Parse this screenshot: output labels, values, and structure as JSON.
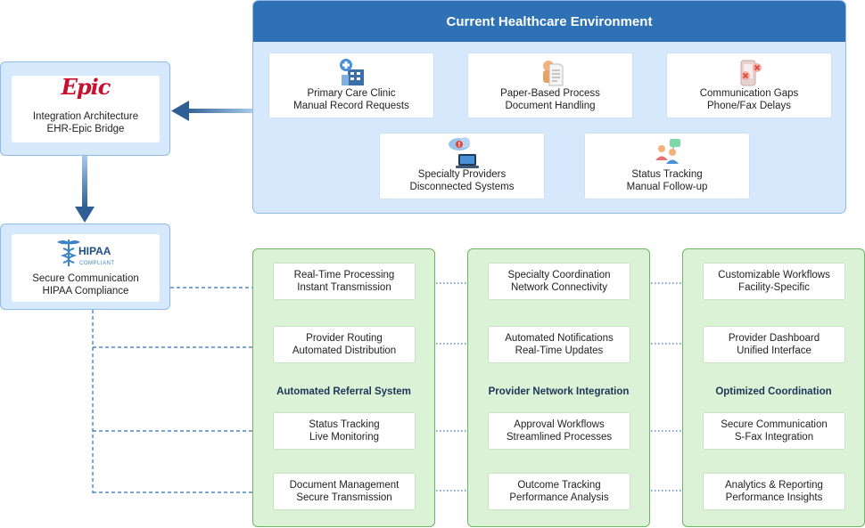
{
  "environment": {
    "title": "Current Healthcare Environment",
    "cards": [
      {
        "line1": "Primary Care Clinic",
        "line2": "Manual Record Requests",
        "icon": "clinic-icon"
      },
      {
        "line1": "Paper-Based Process",
        "line2": "Document Handling",
        "icon": "paper-document-icon"
      },
      {
        "line1": "Communication Gaps",
        "line2": "Phone/Fax Delays",
        "icon": "phone-fax-icon"
      },
      {
        "line1": "Specialty Providers",
        "line2": "Disconnected Systems",
        "icon": "cloud-laptop-icon"
      },
      {
        "line1": "Status Tracking",
        "line2": "Manual Follow-up",
        "icon": "people-chat-icon"
      }
    ]
  },
  "integration": {
    "logo_text": "Epic",
    "line1": "Integration Architecture",
    "line2": "EHR-Epic Bridge"
  },
  "security": {
    "logo_text": "HIPAA",
    "logo_subtext": "COMPLIANT",
    "line1": "Secure Communication",
    "line2": "HIPAA Compliance"
  },
  "columns": [
    {
      "title": "Automated Referral System",
      "cards": [
        {
          "line1": "Real-Time Processing",
          "line2": "Instant Transmission"
        },
        {
          "line1": "Provider Routing",
          "line2": "Automated Distribution"
        },
        {
          "line1": "Status Tracking",
          "line2": "Live Monitoring"
        },
        {
          "line1": "Document Management",
          "line2": "Secure Transmission"
        }
      ]
    },
    {
      "title": "Provider Network Integration",
      "cards": [
        {
          "line1": "Specialty Coordination",
          "line2": "Network Connectivity"
        },
        {
          "line1": "Automated Notifications",
          "line2": "Real-Time Updates"
        },
        {
          "line1": "Approval Workflows",
          "line2": "Streamlined Processes"
        },
        {
          "line1": "Outcome Tracking",
          "line2": "Performance Analysis"
        }
      ]
    },
    {
      "title": "Optimized Coordination",
      "cards": [
        {
          "line1": "Customizable Workflows",
          "line2": "Facility-Specific"
        },
        {
          "line1": "Provider Dashboard",
          "line2": "Unified Interface"
        },
        {
          "line1": "Secure Communication",
          "line2": "S-Fax Integration"
        },
        {
          "line1": "Analytics & Reporting",
          "line2": "Performance Insights"
        }
      ]
    }
  ],
  "colors": {
    "header_blue": "#2e72b5",
    "panel_blue": "#d6e8fb",
    "panel_green": "#dcf2d6",
    "epic_red": "#c8102e",
    "connector": "#2e72b5"
  }
}
